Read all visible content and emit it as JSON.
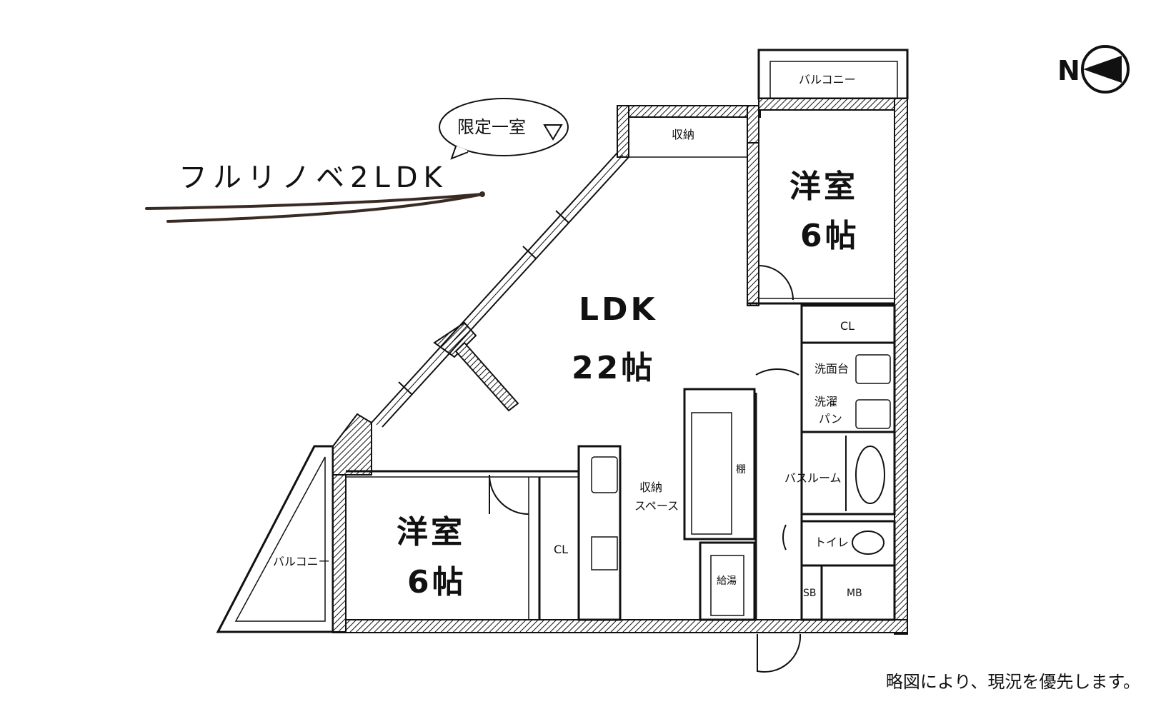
{
  "headline": "フルリノベ2LDK",
  "bubble": "限定一室",
  "north": "N",
  "rooms": {
    "western_top": {
      "name": "洋室",
      "size": "6帖"
    },
    "western_bottom": {
      "name": "洋室",
      "size": "6帖"
    },
    "ldk": {
      "name": "LDK",
      "size": "22帖"
    }
  },
  "labels": {
    "balcony_top": "バルコニー",
    "balcony_left": "バルコニー",
    "storage_top": "収納",
    "cl_right": "CL",
    "cl_bottom": "CL",
    "washbasin": "洗面台",
    "laundry": "洗濯",
    "laundry_pan": "パン",
    "bathroom": "バスルーム",
    "toilet": "トイレ",
    "shelf": "棚",
    "storage_space_1": "収納",
    "storage_space_2": "スペース",
    "water_heater": "給湯",
    "sb": "SB",
    "mb": "MB"
  },
  "footnote": "略図により、現況を優先します。"
}
